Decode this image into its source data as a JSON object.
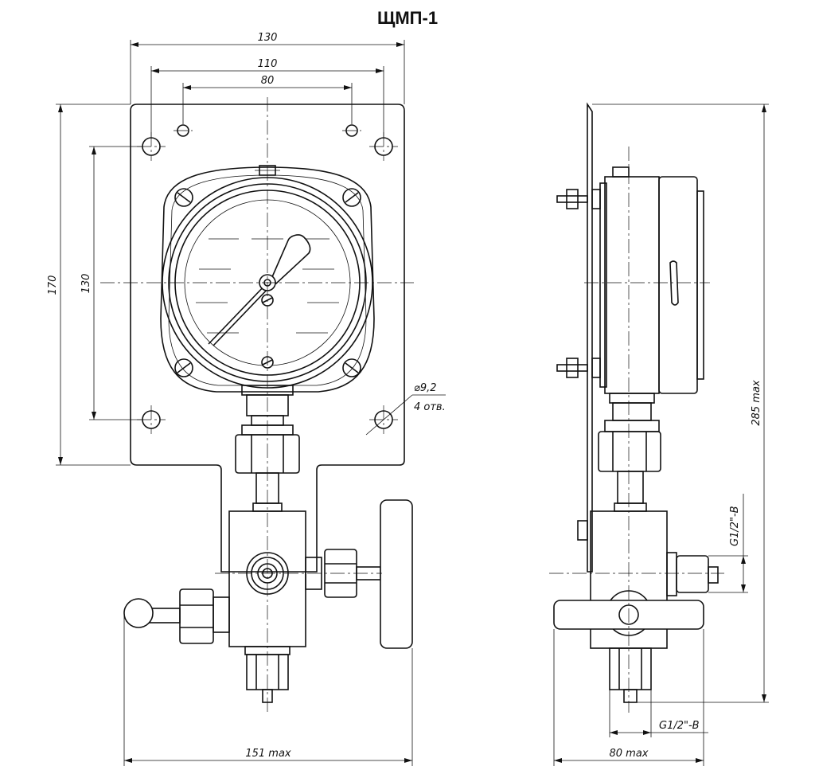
{
  "title": "ЩМП-1",
  "dimensions": {
    "plate_width": "130",
    "mount_holes_spacing": "110",
    "small_holes_spacing": "80",
    "plate_height": "170",
    "mount_holes_vertical": "130",
    "hole_diameter": "⌀9,2",
    "hole_count": "4 отв.",
    "overall_width": "151 max",
    "overall_height": "285 max",
    "side_depth": "80 max",
    "thread_side": "G1/2\"-B",
    "thread_bottom": "G1/2\"-B"
  }
}
